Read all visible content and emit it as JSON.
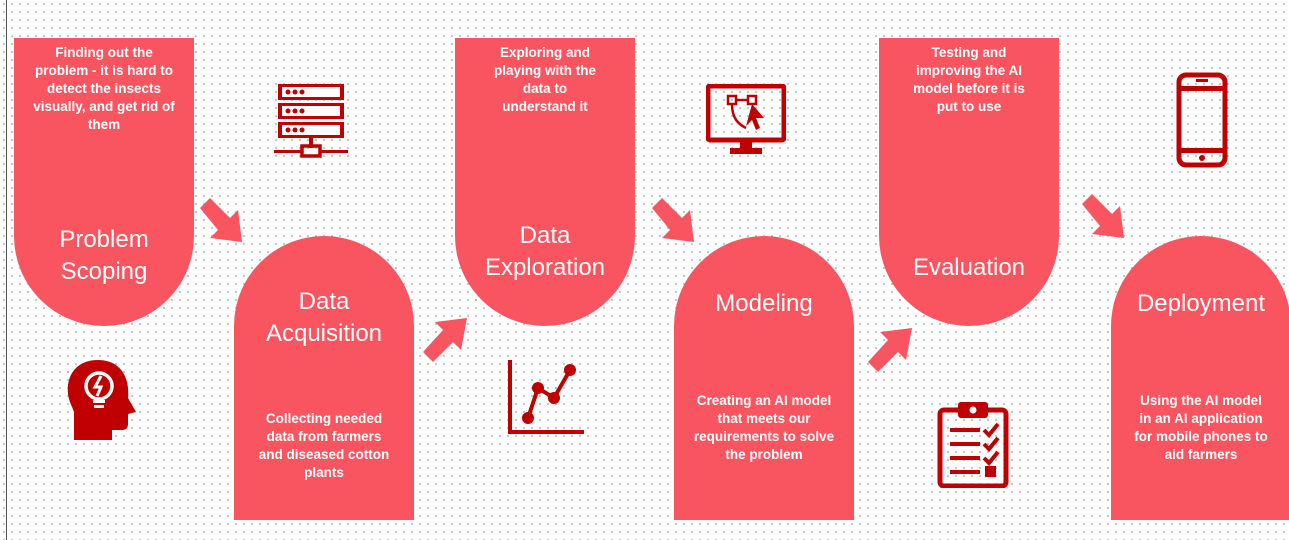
{
  "colors": {
    "stage_fill": "#f95561",
    "icon": "#c00000",
    "arrow": "#f95561",
    "text": "#ffffff"
  },
  "stages": [
    {
      "title": "Problem Scoping",
      "description": "Finding out the problem - it is hard to detect the insects visually, and get rid of them",
      "icon": "head-lightbulb-icon"
    },
    {
      "title": "Data Acquisition",
      "description": "Collecting needed data from farmers and diseased cotton plants",
      "icon": "server-network-icon"
    },
    {
      "title": "Data Exploration",
      "description": "Exploring and playing with the data to understand it",
      "icon": "line-chart-icon"
    },
    {
      "title": "Modeling",
      "description": "Creating an AI model that meets our requirements to solve the problem",
      "icon": "monitor-design-icon"
    },
    {
      "title": "Evaluation",
      "description": "Testing and improving the AI model before it is put to use",
      "icon": "clipboard-checklist-icon"
    },
    {
      "title": "Deployment",
      "description": "Using the AI model in an AI application for mobile phones to aid farmers",
      "icon": "smartphone-icon"
    }
  ]
}
